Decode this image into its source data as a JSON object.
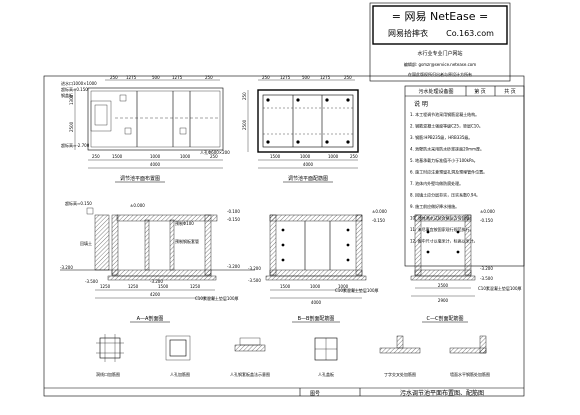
{
  "title_block": {
    "banner": "=  网易 NetEase  =",
    "line1_left": "网易拾摔衣",
    "line1_right": "Co.163.com",
    "line2": "水行业专业门户网站",
    "line3": "编辑部: gsmzr@service.netease.com",
    "line4": "在国此版权所归出者与原设计方所有"
  },
  "side_table": {
    "project": "污水处理设备图",
    "col_page": "第 页",
    "col_total": "共 页",
    "notes_title": "说 明",
    "notes": [
      "1. 本工程调节池采用钢筋混凝土结构。",
      "2. 钢筋混凝土强度等级C25，垫层C10。",
      "3. 钢筋:HPB235级，HRB335级。",
      "4. 池壁防水采用防水砂浆抹面20mm厚。",
      "5. 地基承载力标准值不小于100kPa。",
      "6. 施工时应注意预留孔洞及预埋管件位置。",
      "7. 池体内外壁均做防腐处理。",
      "8. 回填土应分层夯实，压实系数0.94。",
      "9. 施工前应做好降水措施。",
      "10. 池体满水试验合格后方可回填。",
      "11. 未尽事宜按国家现行规范执行。",
      "12. 图中尺寸以毫米计，标高以米计。"
    ]
  },
  "plan_view": {
    "title": "调节池平面布置图",
    "dims_top": [
      "250",
      "1275",
      "500",
      "1275",
      "250"
    ],
    "dims_bottom": [
      "250",
      "1500",
      "1000",
      "1000",
      "250"
    ],
    "total_bottom": "4000",
    "dims_left": [
      "1300",
      "2500"
    ],
    "labels": [
      "进水口1000×1000",
      "超标高≈0.150",
      "钢盖板",
      "人孔Φ600×200",
      "超标高≈-2.700"
    ]
  },
  "rebar_plan": {
    "title": "调节池平面配筋图",
    "dims_top": [
      "250",
      "1275",
      "500",
      "1275",
      "250"
    ],
    "dims_bottom": [
      "1500",
      "1000",
      "1000",
      "250"
    ],
    "total_bottom": "4000",
    "dims_left": [
      "250",
      "2500"
    ]
  },
  "section_aa": {
    "title": "A—A剖面图",
    "elevations": [
      "-0.100",
      "-0.150",
      "±0.000",
      "-3.200",
      "-3.500",
      "-3.200",
      "-3.200"
    ],
    "dims_bottom": [
      "1250",
      "1250",
      "1500",
      "1250"
    ],
    "total_bottom": "4200",
    "labels": [
      "超标高≈0.150",
      "预制Φ100",
      "预制钢板套管",
      "回填土",
      "C10素混凝土垫层100厚"
    ]
  },
  "section_bb": {
    "title": "B—B剖面配筋图",
    "elevations": [
      "±0.000",
      "-0.150",
      "-3.200",
      "-3.500"
    ],
    "dims_bottom": [
      "1500",
      "1000",
      "1000"
    ],
    "total_bottom": "4000",
    "labels": [
      "C10素混凝土垫层100厚"
    ]
  },
  "section_cc": {
    "title": "C—C剖面配筋图",
    "elevations": [
      "±0.000",
      "-0.150",
      "-3.200",
      "-3.500"
    ],
    "dims_bottom": [
      "2500"
    ],
    "total_bottom": "2900",
    "labels": [
      "C10素混凝土垫层100厚"
    ]
  },
  "details": [
    {
      "title": "洞线口加筋图"
    },
    {
      "title": "人孔加筋图"
    },
    {
      "title": "人孔钢套板盖法示意图"
    },
    {
      "title": "人孔盖板"
    },
    {
      "title": "丁字交叉处加筋图"
    },
    {
      "title": "墙面水平钢筋处加筋图"
    }
  ],
  "bottom_bar": {
    "label": "图号",
    "drawing_title": "污水调节池平面布置图、配筋图"
  }
}
